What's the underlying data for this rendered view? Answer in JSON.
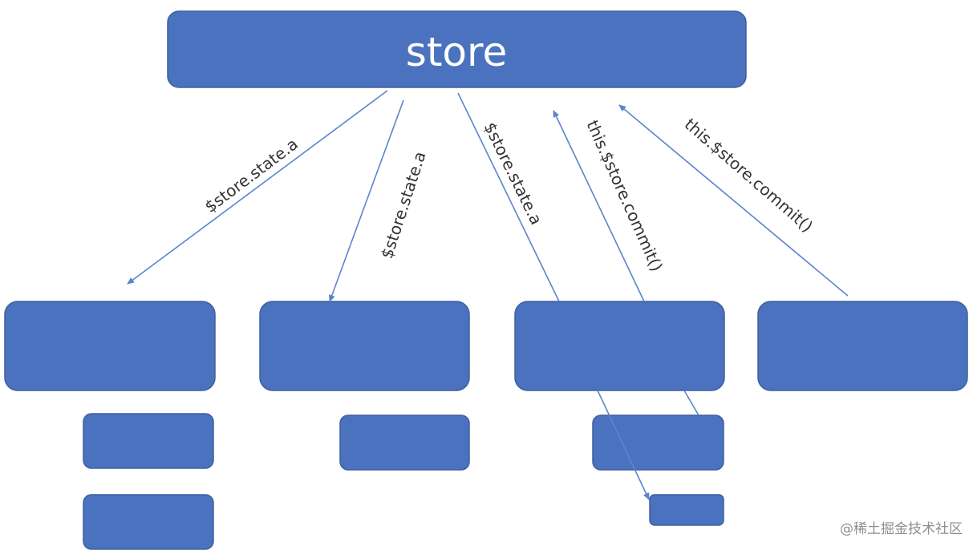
{
  "store": {
    "label": "store"
  },
  "edges": {
    "read_1": "$store.state.a",
    "read_2": "$store.state.a",
    "read_3": "$store.state.a",
    "commit_1": "this.$store.commit()",
    "commit_2": "this.$store.commit()"
  },
  "watermark": "@稀土掘金技术社区",
  "colors": {
    "box_fill": "#4a72bf",
    "box_stroke": "#3e5f9f",
    "arrow": "#5b85cc"
  }
}
